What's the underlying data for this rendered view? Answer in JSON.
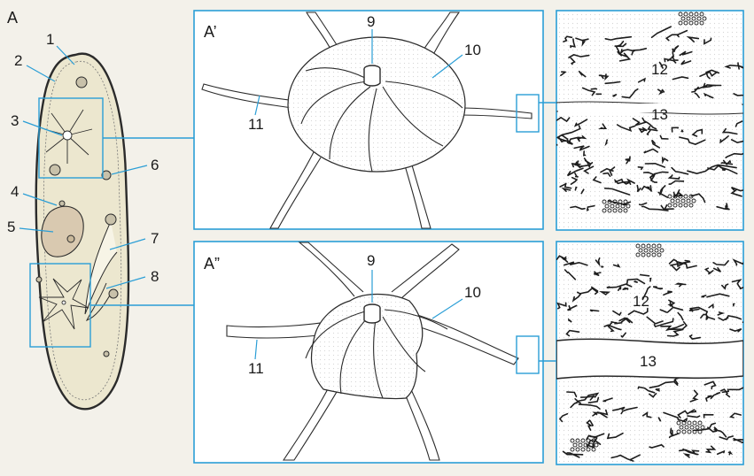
{
  "panels": {
    "a": "A",
    "a_prime": "A’",
    "a_double_prime": "A”"
  },
  "labels": {
    "l1": "1",
    "l2": "2",
    "l3": "3",
    "l4": "4",
    "l5": "5",
    "l6": "6",
    "l7": "7",
    "l8": "8",
    "l9": "9",
    "l10": "10",
    "l11": "11",
    "l12": "12",
    "l13": "13"
  },
  "colors": {
    "frame": "#2a9ed6",
    "cell_fill": "#ece7cf",
    "background": "#f3f1ea",
    "ink": "#2b2b2b"
  }
}
